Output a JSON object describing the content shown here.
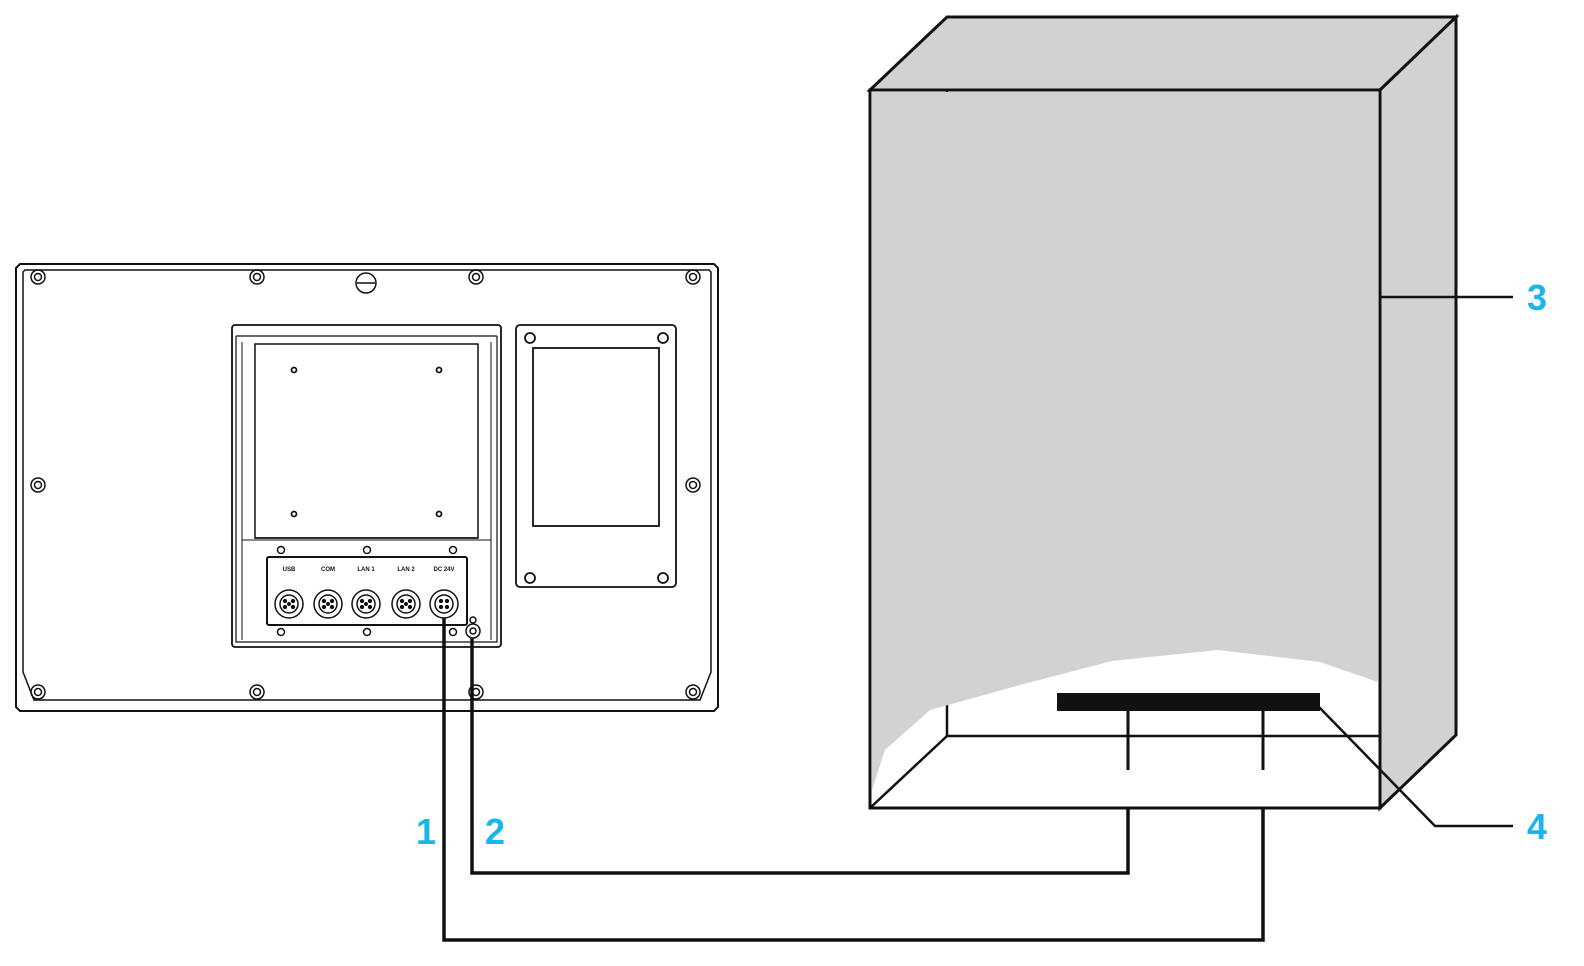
{
  "colors": {
    "line": "#111111",
    "cabinet_fill": "#d1d2d4",
    "callout": "#19b5ec",
    "background": "#ffffff"
  },
  "panel": {
    "ports": [
      {
        "label": "USB"
      },
      {
        "label": "COM"
      },
      {
        "label": "LAN 1"
      },
      {
        "label": "LAN 2"
      },
      {
        "label": "DC 24V"
      }
    ]
  },
  "callouts": {
    "c1": "1",
    "c2": "2",
    "c3": "3",
    "c4": "4"
  }
}
